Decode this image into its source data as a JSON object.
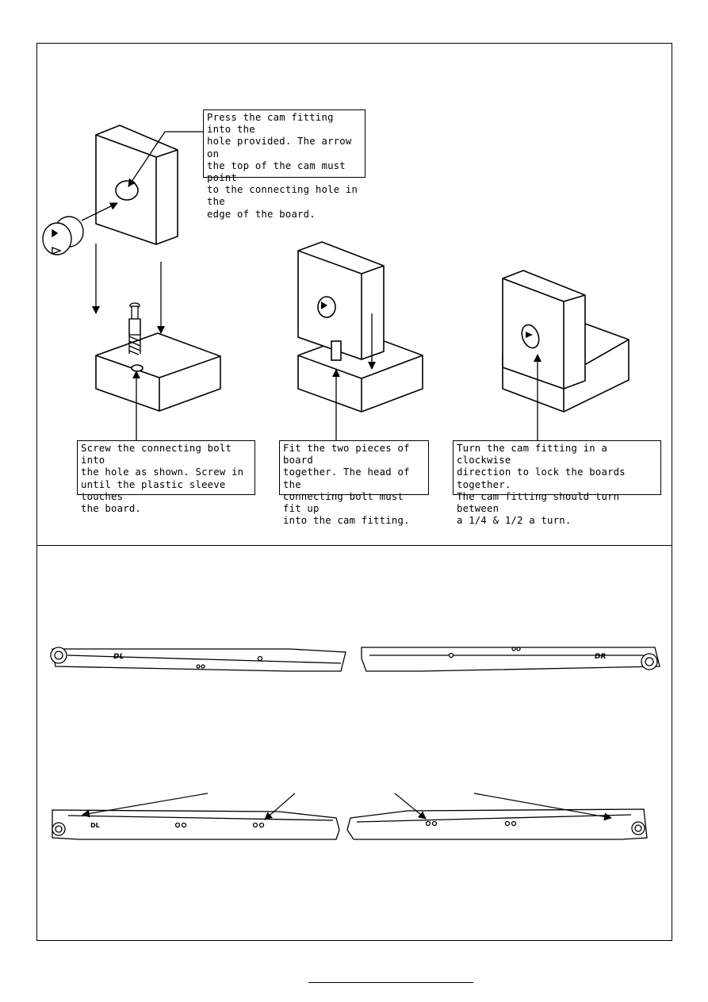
{
  "step1": {
    "text": "Press the cam fitting into the\nhole provided. The arrow on\nthe top of the cam must point\nto the connecting hole in the\nedge of the board."
  },
  "step2": {
    "text": "Screw the connecting bolt into\nthe hole as shown. Screw in\nuntil the plastic sleeve touches\nthe board."
  },
  "step3": {
    "text": "Fit the two pieces of board\ntogether. The head of the\nconnecting bolt must fit up\ninto the cam fitting."
  },
  "step4": {
    "text": "Turn the cam fitting in a clockwise\ndirection to lock the boards together.\nThe cam fitting should turn between\na 1/4 & 1/2 a turn."
  },
  "runners": {
    "left_label": "DL",
    "right_label": "DR"
  }
}
